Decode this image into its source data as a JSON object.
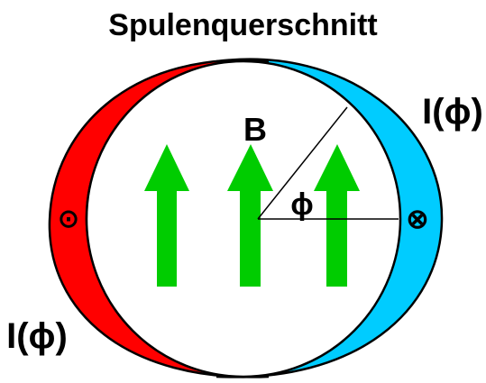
{
  "title": "Spulenquerschnitt",
  "labels": {
    "field": "B",
    "angle": "ϕ",
    "current_top_right": "I(ϕ)",
    "current_bottom_left": "I(ϕ)",
    "current_out_symbol": "⊙",
    "current_in_symbol": "⊗"
  },
  "colors": {
    "left_coil": "#ff0000",
    "right_coil": "#00ccff",
    "field_arrows": "#00cc00",
    "outline": "#000000"
  }
}
